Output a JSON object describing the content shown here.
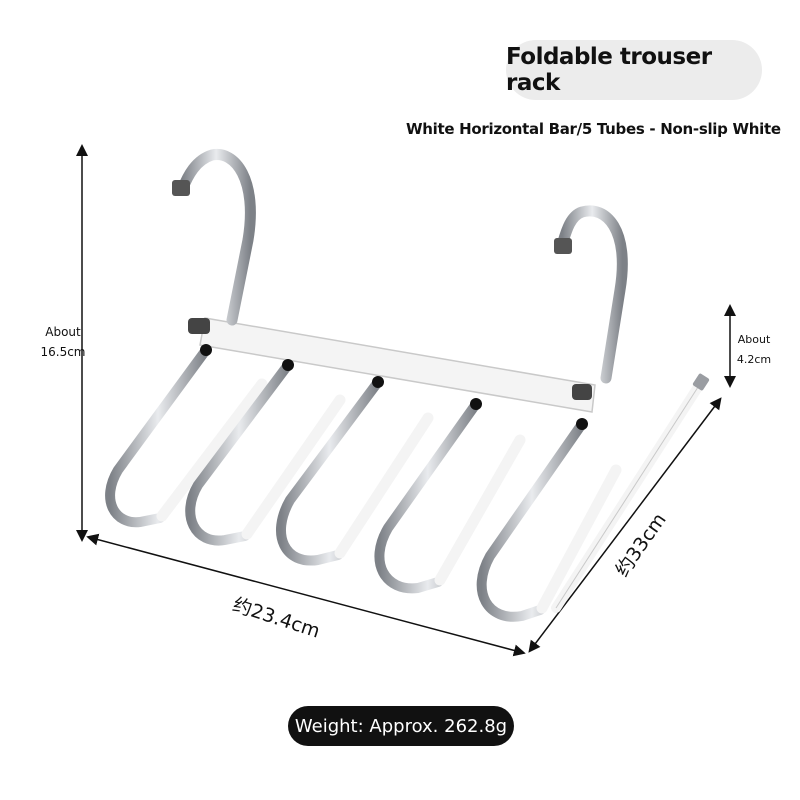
{
  "title": "Foldable trouser rack",
  "subtitle": "White Horizontal Bar/5 Tubes - Non-slip White",
  "dimensions": {
    "height_label_line1": "About",
    "height_label_line2": "16.5cm",
    "small_label_line1": "About",
    "small_label_line2": "4.2cm",
    "width_label": "约23.4cm",
    "depth_label": "约33cm"
  },
  "weight": "Weight: Approx. 262.8g",
  "colors": {
    "steel": "#b9bcc1",
    "steel_dark": "#7d8187",
    "tube_white": "#f4f4f4",
    "pill_light": "#ececec",
    "pill_dark": "#111111"
  }
}
